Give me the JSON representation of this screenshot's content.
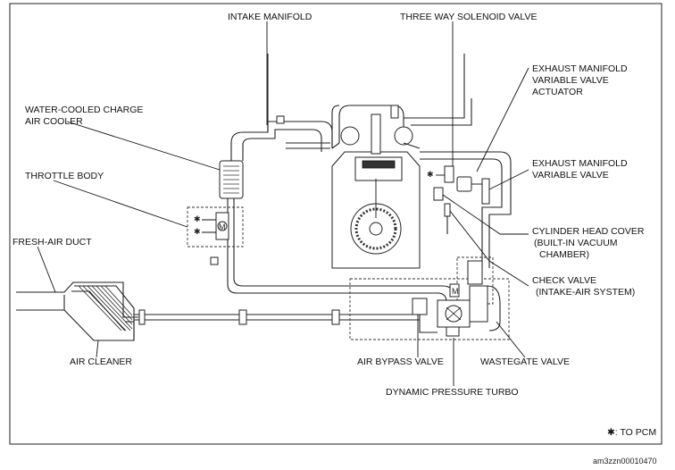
{
  "labels": {
    "intake_manifold": "INTAKE MANIFOLD",
    "three_way_solenoid_valve": "THREE WAY SOLENOID VALVE",
    "water_cooled_cac_1": "WATER-COOLED CHARGE",
    "water_cooled_cac_2": "AIR COOLER",
    "throttle_body": "THROTTLE BODY",
    "fresh_air_duct": "FRESH-AIR DUCT",
    "air_cleaner": "AIR CLEANER",
    "exh_actuator_1": "EXHAUST MANIFOLD",
    "exh_actuator_2": "VARIABLE VALVE",
    "exh_actuator_3": "ACTUATOR",
    "exh_valve_1": "EXHAUST MANIFOLD",
    "exh_valve_2": "VARIABLE VALVE",
    "cyl_head_1": "CYLINDER HEAD COVER",
    "cyl_head_2": "(BUILT-IN VACUUM",
    "cyl_head_3": "CHAMBER)",
    "check_valve_1": "CHECK VALVE",
    "check_valve_2": "(INTAKE-AIR SYSTEM)",
    "air_bypass_valve": "AIR BYPASS VALVE",
    "wastegate_valve": "WASTEGATE VALVE",
    "dynamic_pressure_turbo": "DYNAMIC PRESSURE TURBO",
    "to_pcm_note": "✱: TO PCM",
    "image_code": "am3zzn00010470",
    "asterisk": "✱",
    "motor_m": "M"
  }
}
